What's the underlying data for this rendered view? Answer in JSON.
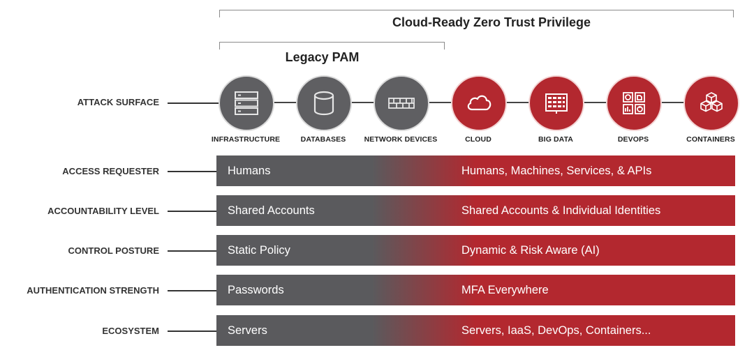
{
  "header": {
    "zero_trust_title": "Cloud-Ready Zero Trust Privilege",
    "legacy_title": "Legacy PAM"
  },
  "attack_surface": {
    "label": "ATTACK SURFACE",
    "items": [
      {
        "label": "INFRASTRUCTURE",
        "icon": "server-rack-icon",
        "group": "legacy"
      },
      {
        "label": "DATABASES",
        "icon": "database-icon",
        "group": "legacy"
      },
      {
        "label": "NETWORK DEVICES",
        "icon": "firewall-icon",
        "group": "legacy"
      },
      {
        "label": "CLOUD",
        "icon": "cloud-icon",
        "group": "cloud"
      },
      {
        "label": "BIG DATA",
        "icon": "big-data-grid-icon",
        "group": "cloud"
      },
      {
        "label": "DEVOPS",
        "icon": "devops-tools-icon",
        "group": "cloud"
      },
      {
        "label": "CONTAINERS",
        "icon": "containers-cubes-icon",
        "group": "cloud"
      }
    ]
  },
  "rows": [
    {
      "label": "ACCESS REQUESTER",
      "legacy": "Humans",
      "modern": "Humans, Machines, Services, & APIs"
    },
    {
      "label": "ACCOUNTABILITY LEVEL",
      "legacy": "Shared Accounts",
      "modern": "Shared Accounts & Individual Identities"
    },
    {
      "label": "CONTROL POSTURE",
      "legacy": "Static Policy",
      "modern": "Dynamic & Risk Aware (AI)"
    },
    {
      "label": "AUTHENTICATION STRENGTH",
      "legacy": "Passwords",
      "modern": "MFA Everywhere"
    },
    {
      "label": "ECOSYSTEM",
      "legacy": "Servers",
      "modern": "Servers, IaaS, DevOps, Containers..."
    }
  ],
  "colors": {
    "legacy_gray": "#5a5a5d",
    "modern_red": "#b3282f"
  }
}
